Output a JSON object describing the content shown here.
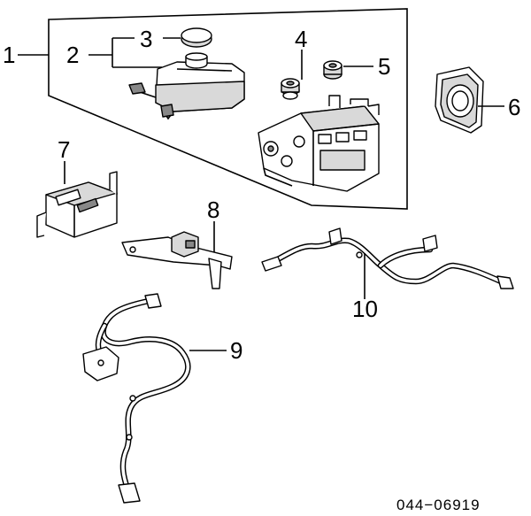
{
  "diagram": {
    "callouts": {
      "c1": "1",
      "c2": "2",
      "c3": "3",
      "c4": "4",
      "c5": "5",
      "c6": "6",
      "c7": "7",
      "c8": "8",
      "c9": "9",
      "c10": "10"
    },
    "reference_code": "044−06919"
  }
}
